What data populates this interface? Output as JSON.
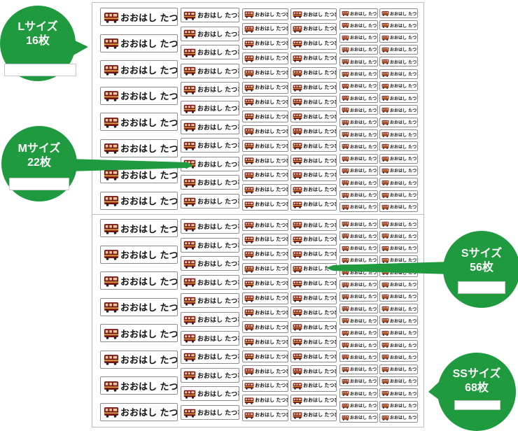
{
  "label_text": "おおはし たつひこ",
  "icon": "train-icon",
  "callouts": {
    "L": {
      "title": "Lサイズ",
      "count": "16枚"
    },
    "M": {
      "title": "Mサイズ",
      "count": "22枚"
    },
    "S": {
      "title": "Sサイズ",
      "count": "56枚"
    },
    "SS": {
      "title": "SSサイズ",
      "count": "68枚"
    }
  },
  "colors": {
    "callout_green": "#1f9a3f",
    "train_body": "#7a1414",
    "label_border": "#8c8c8c"
  }
}
